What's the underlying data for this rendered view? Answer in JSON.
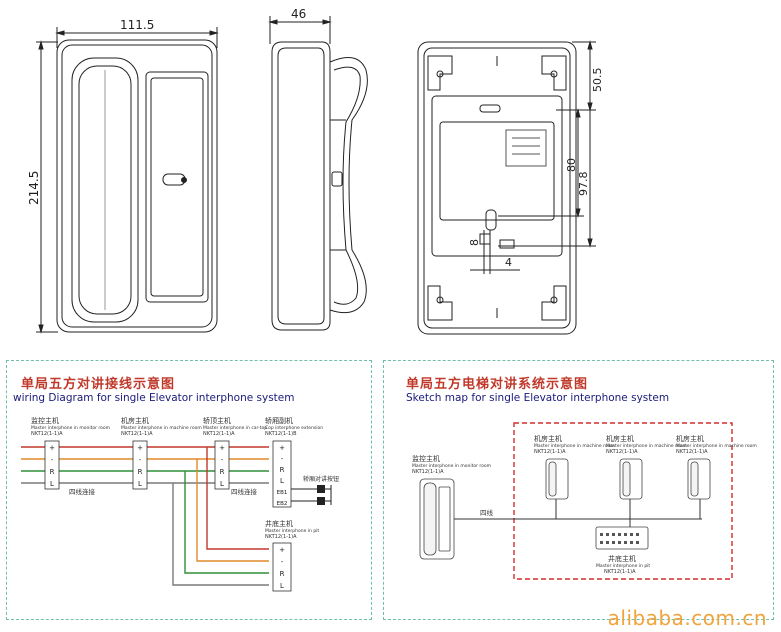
{
  "dimensions": {
    "front_width": "111.5",
    "front_height": "214.5",
    "side_depth": "46",
    "back_top_offset": "50.5",
    "back_inner_a": "80",
    "back_inner_b": "97.8",
    "back_small_a": "8",
    "back_small_b": "4"
  },
  "wiring": {
    "title_cn": "单局五方对讲接线示意图",
    "title_en": "wiring Diagram for single Elevator interphone system",
    "units": [
      {
        "name": "监控主机",
        "sub": "Master interphone in monitor room",
        "model": "NKT12(1-1)A"
      },
      {
        "name": "机房主机",
        "sub": "Master interphone in machine room",
        "model": "NKT12(1-1)A"
      },
      {
        "name": "轿顶主机",
        "sub": "Master interphone in car-top",
        "model": "NKT12(1-1)A"
      },
      {
        "name": "轿厢副机",
        "sub": "Cop interphone extension",
        "model": "NKT12(1-1)B"
      }
    ],
    "pit_unit": {
      "name": "井底主机",
      "sub": "Master interphone in pit",
      "model": "NKT12(1-1)A"
    },
    "terminals": [
      "+",
      "-",
      "R",
      "L"
    ],
    "extension_terminals": [
      "+",
      "-",
      "R",
      "L",
      "EB1",
      "EB2"
    ],
    "four_wire_label": "四线连接",
    "button_label": "轿厢对讲按钮"
  },
  "sketch": {
    "title_cn": "单局五方电梯对讲系统示意图",
    "title_en": "Sketch map for single Elevator interphone system",
    "monitor": {
      "name": "监控主机",
      "sub": "Master interphone in monitor room",
      "model": "NKT12(1-1)A"
    },
    "machine_units": [
      {
        "name": "机房主机",
        "sub": "Master interphone in machine room",
        "model": "NKT12(1-1)A"
      },
      {
        "name": "机房主机",
        "sub": "Master interphone in machine room",
        "model": "NKT12(1-1)A"
      },
      {
        "name": "机房主机",
        "sub": "Master interphone in machine room",
        "model": "NKT12(1-1)A"
      }
    ],
    "four_wire_label": "四线",
    "pit_unit": {
      "name": "井底主机",
      "sub": "Master interphone in pit",
      "model": "NKT12(1-1)A"
    }
  },
  "watermark": "alibaba.com.cn",
  "colors": {
    "title_red": "#c0392b",
    "title_blue": "#1a1a7a",
    "panel_border": "#6fbfae",
    "wire_red": "#c0392b",
    "wire_orange": "#e08a2a",
    "wire_green": "#2f8f3a",
    "wire_gray": "#7a7a7a",
    "dashed_box": "#d62c2c",
    "watermark": "#f2a33a"
  }
}
